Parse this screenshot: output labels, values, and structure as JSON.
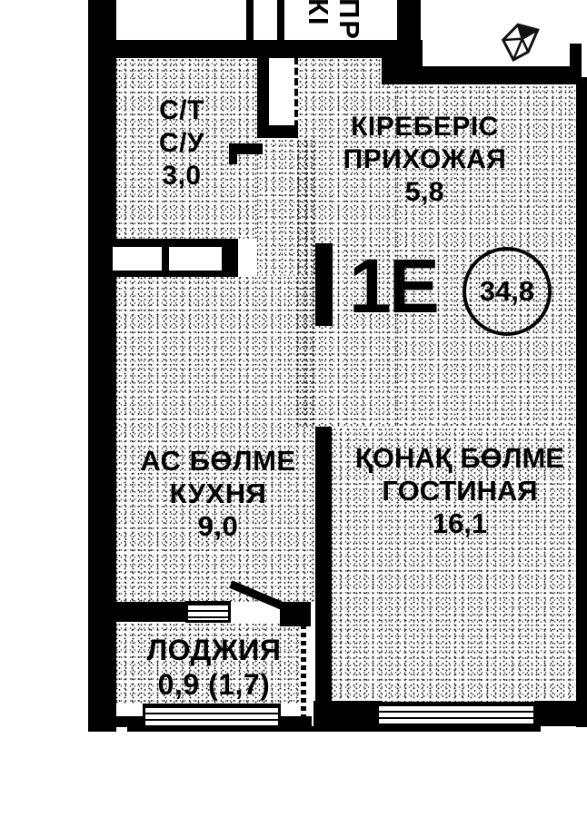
{
  "plan_title": "apartment-floor-plan",
  "badge": {
    "unit_type": "1Е",
    "total_area": "34,8"
  },
  "rooms": {
    "bathroom": {
      "line1": "С/Т",
      "line2": "С/У",
      "area": "3,0"
    },
    "hallway": {
      "line1": "КІРЕБЕРІС",
      "line2": "ПРИХОЖАЯ",
      "area": "5,8"
    },
    "kitchen": {
      "line1": "АС БӨЛМЕ",
      "line2": "КУХНЯ",
      "area": "9,0"
    },
    "living": {
      "line1": "ҚОНАҚ БӨЛМЕ",
      "line2": "ГОСТИНАЯ",
      "area": "16,1"
    },
    "loggia": {
      "line1": "ЛОДЖИЯ",
      "area": "0,9 (1,7)"
    }
  },
  "cutoff": {
    "line1": "КІ",
    "line2": "ПР"
  },
  "icons": {
    "logo": "gem-diamond-icon"
  },
  "colors": {
    "ink": "#000000",
    "paper": "#ffffff"
  }
}
